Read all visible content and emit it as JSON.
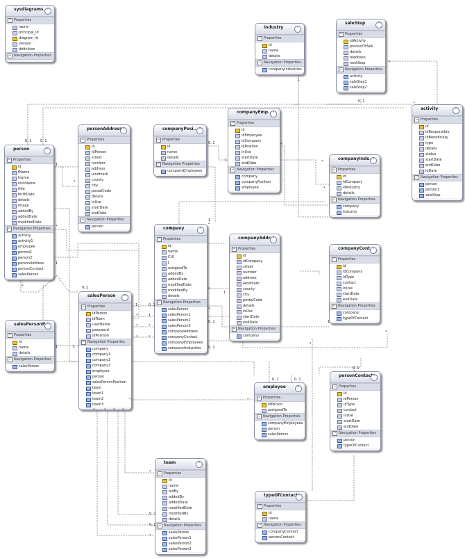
{
  "diagram": {
    "section_properties": "Properties",
    "section_navigation": "Navigation Properties",
    "entities": [
      {
        "id": "sysdiagrams",
        "title": "sysdiagrams",
        "properties": [
          "name",
          "principal_id",
          "diagram_id",
          "version",
          "definition"
        ],
        "keys": [
          "diagram_id"
        ],
        "navigation": []
      },
      {
        "id": "industry",
        "title": "industry",
        "properties": [
          "id",
          "name",
          "details"
        ],
        "keys": [
          "id"
        ],
        "navigation": [
          "companyIndustries"
        ]
      },
      {
        "id": "saleStep",
        "title": "saleStep",
        "properties": [
          "idActivity",
          "productToSell",
          "details",
          "feedback",
          "nextStep"
        ],
        "keys": [
          "idActivity"
        ],
        "navigation": [
          "activity",
          "saleStep1",
          "saleStep2"
        ]
      },
      {
        "id": "activity",
        "title": "activity",
        "properties": [
          "id",
          "idResponsible",
          "idBeneficiary",
          "type",
          "details",
          "status",
          "startDate",
          "endDate",
          "idDate"
        ],
        "keys": [
          "id"
        ],
        "navigation": [
          "person",
          "person1",
          "saleStep"
        ]
      },
      {
        "id": "person",
        "title": "person",
        "properties": [
          "id",
          "fName",
          "lname",
          "nickName",
          "title",
          "birthDate",
          "details",
          "image",
          "addedBy",
          "addedDate",
          "modifiedDate"
        ],
        "keys": [
          "id"
        ],
        "navigation": [
          "activity",
          "activity1",
          "employee",
          "person1",
          "person2",
          "personAddress",
          "personContact",
          "salesPerson"
        ]
      },
      {
        "id": "personAddress",
        "title": "personAddress",
        "properties": [
          "id",
          "idPerson",
          "street",
          "number",
          "address",
          "landmark",
          "county",
          "city",
          "postalCode",
          "details",
          "inUse",
          "startDate",
          "endDate"
        ],
        "keys": [
          "id"
        ],
        "navigation": [
          "person"
        ]
      },
      {
        "id": "companyPosition",
        "title": "companyPosi...",
        "properties": [
          "id",
          "name",
          "details"
        ],
        "keys": [
          "id"
        ],
        "navigation": [
          "companyEmployees"
        ]
      },
      {
        "id": "companyEmployee",
        "title": "companyEmp...",
        "properties": [
          "id",
          "idEmployee",
          "idCompany",
          "idPosition",
          "inUse",
          "startDate",
          "endDate"
        ],
        "keys": [
          "id"
        ],
        "navigation": [
          "company",
          "companyPosition",
          "employee"
        ]
      },
      {
        "id": "companyIndustry",
        "title": "companyIndu...",
        "properties": [
          "id",
          "idCompany",
          "idIndustry",
          "details"
        ],
        "keys": [
          "id"
        ],
        "navigation": [
          "company",
          "industry"
        ]
      },
      {
        "id": "company",
        "title": "company",
        "properties": [
          "id",
          "name",
          "CUI",
          "J",
          "assignedTo",
          "addedBy",
          "addedDate",
          "modifiedDate",
          "modifiedBy",
          "details"
        ],
        "keys": [
          "id"
        ],
        "navigation": [
          "salesPerson",
          "salesPerson1",
          "salesPerson2",
          "salesPerson3",
          "companyAddress",
          "companyContact",
          "companyEmployees",
          "companyIndustries"
        ]
      },
      {
        "id": "companyAddress",
        "title": "companyAddr...",
        "properties": [
          "id",
          "idCompany",
          "street",
          "number",
          "address",
          "landmark",
          "county",
          "city",
          "postalCode",
          "details",
          "inUse",
          "startDate",
          "endDate"
        ],
        "keys": [
          "id"
        ],
        "navigation": [
          "company"
        ]
      },
      {
        "id": "companyContact",
        "title": "companyCont...",
        "properties": [
          "id",
          "idCompany",
          "idType",
          "contact",
          "inUse",
          "startDate",
          "endDate"
        ],
        "keys": [
          "id"
        ],
        "navigation": [
          "company",
          "typeOfContact"
        ]
      },
      {
        "id": "salesPersonPosition",
        "title": "salesPersonP...",
        "properties": [
          "id",
          "name",
          "details"
        ],
        "keys": [
          "id"
        ],
        "navigation": [
          "salesPerson"
        ]
      },
      {
        "id": "salesPerson",
        "title": "salesPerson",
        "properties": [
          "idPerson",
          "idTeam",
          "userName",
          "password",
          "idPosition"
        ],
        "keys": [
          "idPerson"
        ],
        "navigation": [
          "company",
          "company1",
          "company2",
          "company3",
          "employee",
          "person",
          "salesPersonPosition",
          "team",
          "team1",
          "team2",
          "team3"
        ]
      },
      {
        "id": "employee",
        "title": "employee",
        "properties": [
          "idPerson",
          "assignedTo"
        ],
        "keys": [
          "idPerson"
        ],
        "navigation": [
          "companyEmployees",
          "person",
          "salesPerson"
        ]
      },
      {
        "id": "personContact",
        "title": "personContact",
        "properties": [
          "id",
          "idPerson",
          "idType",
          "contact",
          "inUse",
          "startDate",
          "endDate"
        ],
        "keys": [
          "id"
        ],
        "navigation": [
          "person",
          "typeOfContact"
        ]
      },
      {
        "id": "team",
        "title": "team",
        "properties": [
          "id",
          "name",
          "ledBy",
          "addedBy",
          "addedDate",
          "modifiedDate",
          "modifiedBy",
          "details"
        ],
        "keys": [
          "id"
        ],
        "navigation": [
          "salesPerson",
          "salesPerson1",
          "salesPerson2",
          "salesPerson3"
        ]
      },
      {
        "id": "typeOfContact",
        "title": "typeOfContact",
        "properties": [
          "id",
          "name"
        ],
        "keys": [
          "id"
        ],
        "navigation": [
          "companyContact",
          "personContact"
        ]
      }
    ],
    "multiplicity_labels": [
      "1",
      "0..1",
      "*",
      "*",
      "0..1",
      "0..1",
      "1",
      "*",
      "*",
      "1",
      "*",
      "0..1",
      "0..1",
      "1",
      "*",
      "1",
      "*",
      "*",
      "*",
      "0..1",
      "*",
      "1",
      "*",
      "1",
      "0..1",
      "0..1",
      "*",
      "0..1",
      "0..1",
      "1",
      "0..1",
      "*",
      "1",
      "*",
      "*",
      "*",
      "*",
      "1",
      "1",
      "*",
      "*",
      "*",
      "*",
      "*",
      "*",
      "*",
      "0..1",
      "0..1",
      "*",
      "0..1",
      "*"
    ]
  }
}
